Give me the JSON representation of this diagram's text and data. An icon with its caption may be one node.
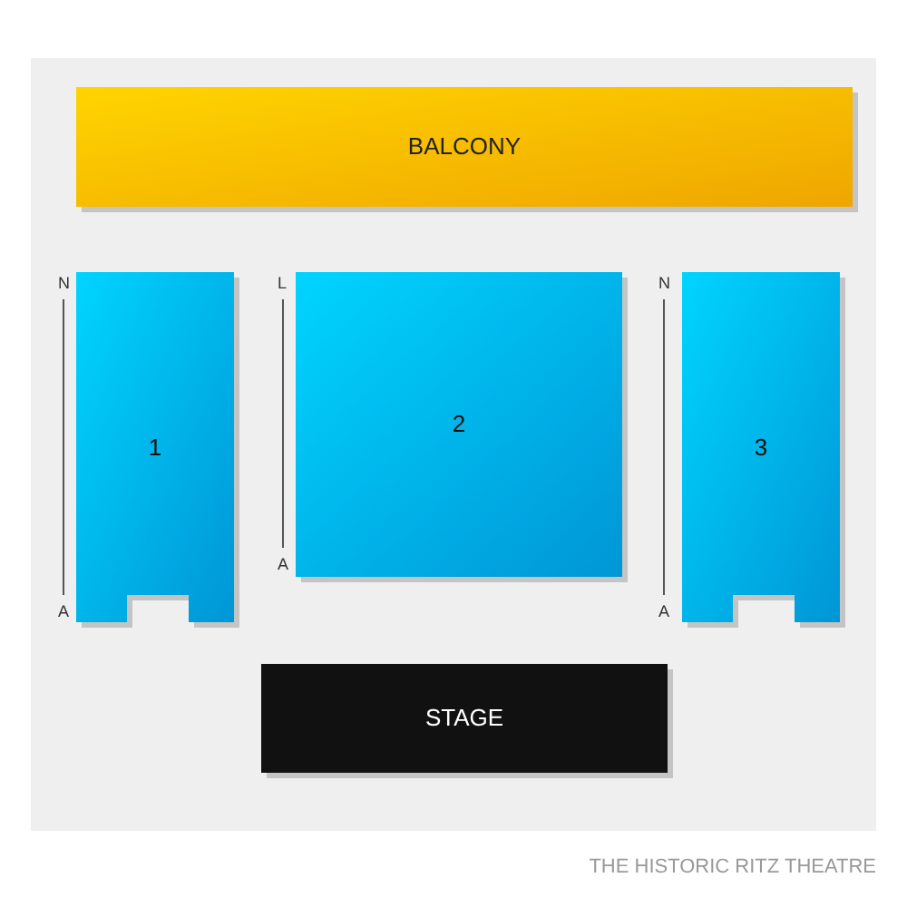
{
  "diagram": {
    "caption": "THE HISTORIC RITZ THEATRE",
    "nodes": [
      {
        "text": [
          "BALCONY"
        ]
      },
      {
        "text": [
          "1"
        ]
      },
      {
        "text": [
          "2"
        ]
      },
      {
        "text": [
          "3"
        ]
      },
      {
        "text": [
          "STAGE"
        ]
      }
    ],
    "labels": [
      "N",
      "A",
      "L",
      "A",
      "N",
      "A"
    ]
  }
}
